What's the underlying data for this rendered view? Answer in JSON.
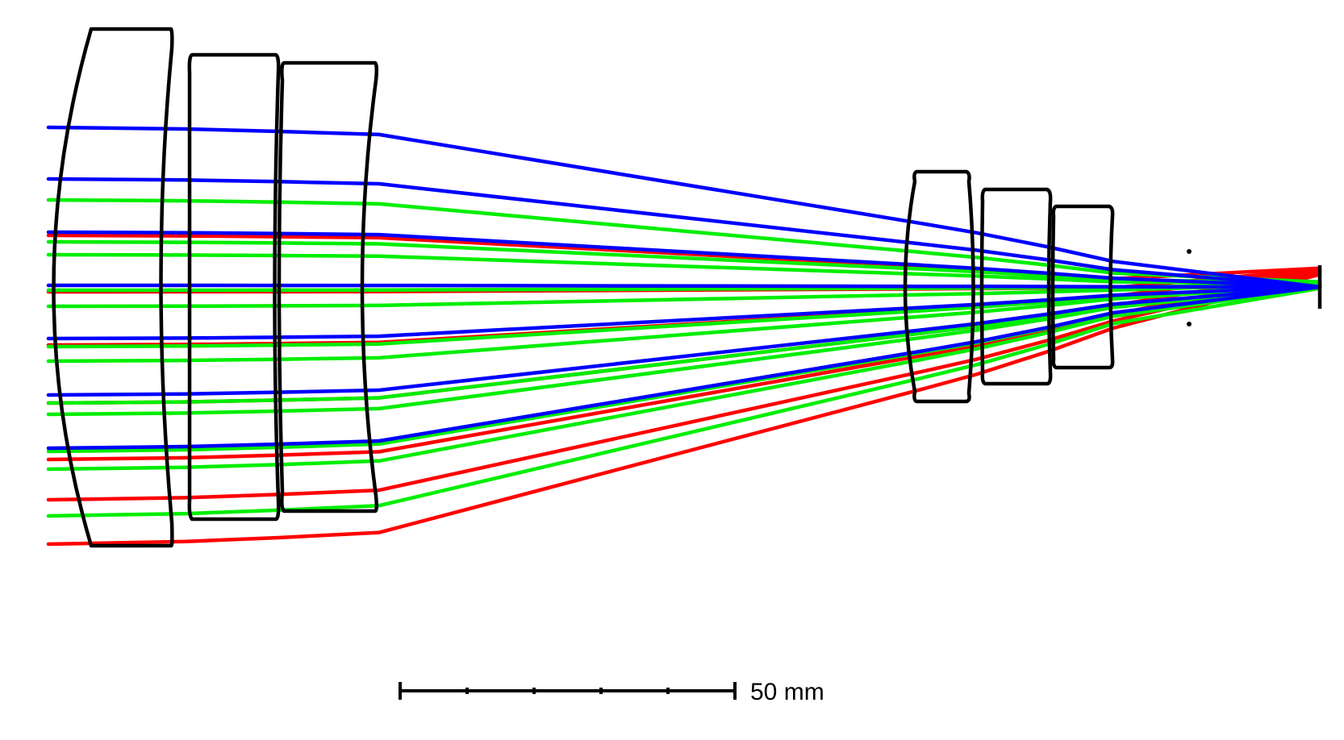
{
  "colors": {
    "background": "#ffffff",
    "lens_outline": "#000000",
    "ray_red": "#ff0000",
    "ray_green": "#00ee00",
    "ray_blue": "#0000ff"
  },
  "scale_bar": {
    "label": "50 mm",
    "tick_count": 6
  },
  "lens_elements": [
    {
      "id": "lens-1"
    },
    {
      "id": "lens-2"
    },
    {
      "id": "lens-3"
    },
    {
      "id": "lens-4"
    },
    {
      "id": "lens-5"
    },
    {
      "id": "lens-6"
    }
  ],
  "ray_fans": [
    {
      "color": "blue",
      "count": 7
    },
    {
      "color": "green",
      "count": 12
    },
    {
      "color": "red",
      "count": 7
    }
  ]
}
